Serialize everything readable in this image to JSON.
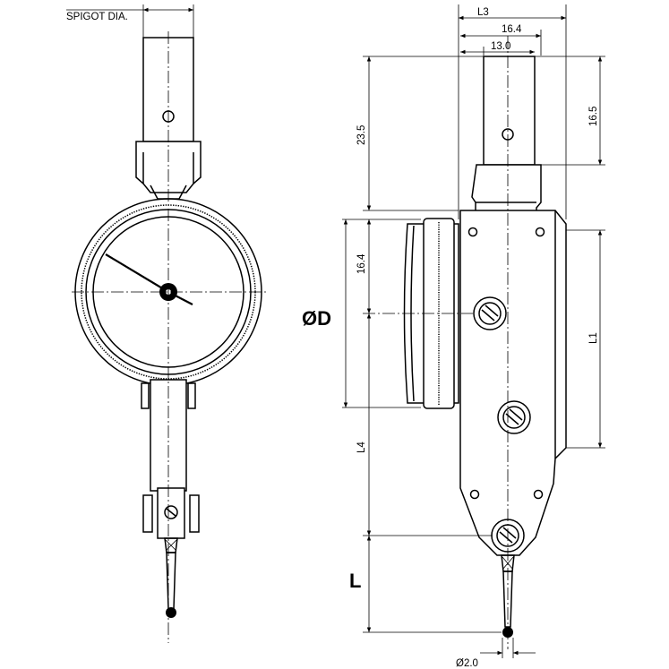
{
  "labels": {
    "spigot_dia": "SPIGOT DIA.",
    "l3": "L3",
    "d16_4_top": "16.4",
    "d13_0": "13.0",
    "d23_5": "23.5",
    "d16_5": "16.5",
    "d16_4_side": "16.4",
    "od": "ØD",
    "l1": "L1",
    "l4": "L4",
    "l": "L",
    "tip_dia": "Ø2.0"
  }
}
